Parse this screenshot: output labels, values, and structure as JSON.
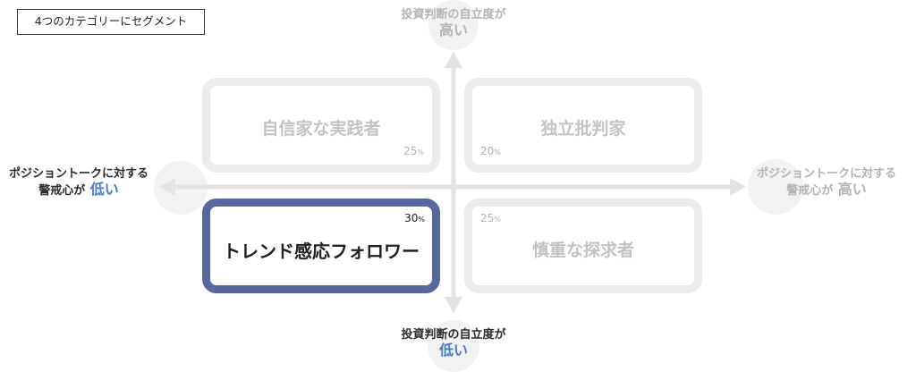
{
  "header": {
    "tag": "4つのカテゴリーにセグメント"
  },
  "axes": {
    "top": {
      "line1": "投資判断の自立度が",
      "line2": "高い"
    },
    "bottom": {
      "line1": "投資判断の自立度が",
      "line2": "低い"
    },
    "left": {
      "line1": "ポジショントークに対する",
      "line2a": "警戒心が",
      "line2b": "低い"
    },
    "right": {
      "line1": "ポジショントークに対する",
      "line2a": "警戒心が",
      "line2b": "高い"
    }
  },
  "quadrants": {
    "top_left": {
      "name": "自信家な実践者",
      "percent": "25",
      "unit": "%"
    },
    "top_right": {
      "name": "独立批判家",
      "percent": "20",
      "unit": "%"
    },
    "bottom_left": {
      "name": "トレンド感応フォロワー",
      "percent": "30",
      "unit": "%"
    },
    "bottom_right": {
      "name": "慎重な探求者",
      "percent": "25",
      "unit": "%"
    }
  },
  "colors": {
    "highlight_border": "#57699c",
    "accent_text": "#4a7bc8",
    "muted_border": "#ebebeb",
    "axis_arrow": "#e3e3e3"
  }
}
